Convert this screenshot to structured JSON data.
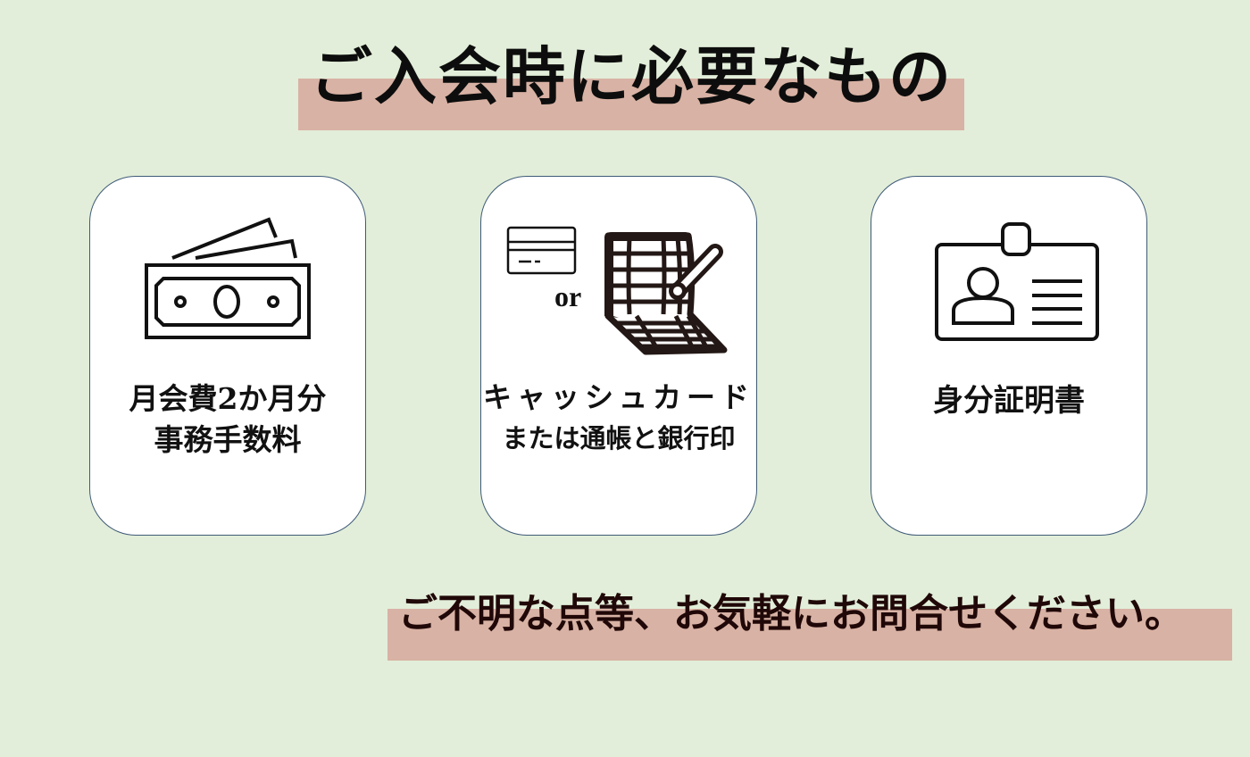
{
  "header": {
    "title": "ご入会時に必要なもの",
    "highlight_color": "#d8b2a4"
  },
  "background_color": "#e2eed9",
  "cards": [
    {
      "icon": "money-bills-icon",
      "label_lines": [
        "月会費2か月分",
        "事務手数料"
      ]
    },
    {
      "icon": "cash-card-icon",
      "secondary_icon": "bankbook-and-seal-icon",
      "connector": "or",
      "label_lines": [
        "キャッシュカード",
        "または通帳と銀行印"
      ]
    },
    {
      "icon": "id-badge-icon",
      "label_lines": [
        "身分証明書"
      ]
    }
  ],
  "footer": {
    "note": "ご不明な点等、お気軽にお問合せください。"
  }
}
